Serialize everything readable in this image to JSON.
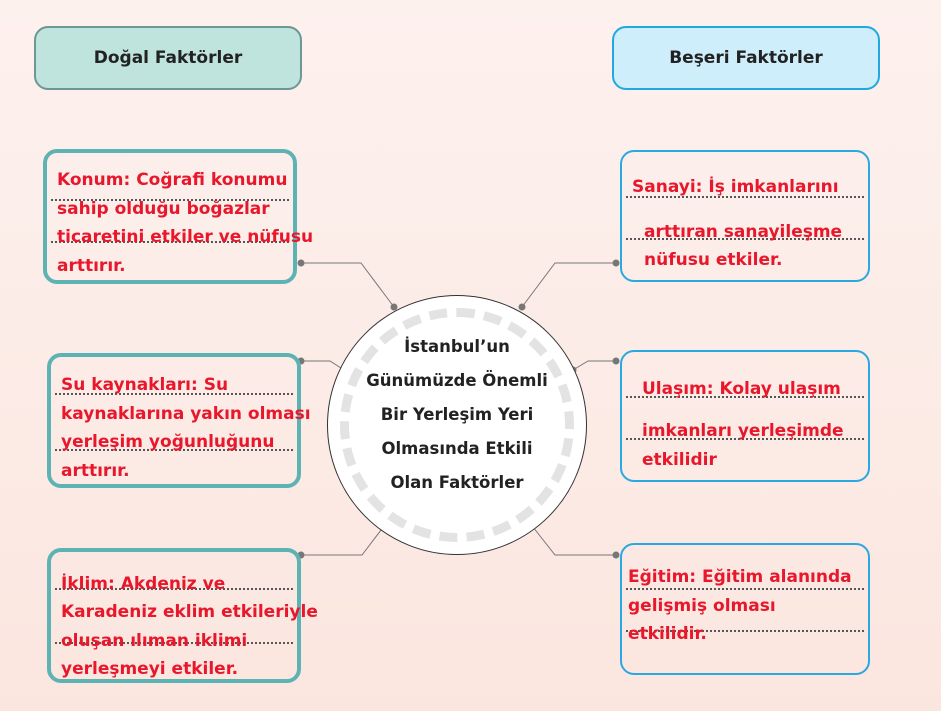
{
  "headers": {
    "left": "Doğal Faktörler",
    "right": "Beşeri Faktörler"
  },
  "center": {
    "lines": [
      "İstanbul’un",
      "Günümüzde Önemli",
      "Bir Yerleşim Yeri",
      "Olmasında Etkili",
      "Olan Faktörler"
    ]
  },
  "left_boxes": [
    {
      "lines": [
        "Konum: Coğrafi konumu",
        "sahip olduğu boğazlar",
        "ticaretini etkiler ve nüfusu",
        "arttırır."
      ]
    },
    {
      "lines": [
        "Su kaynakları: Su",
        "kaynaklarına yakın olması",
        "yerleşim yoğunluğunu",
        "arttırır."
      ]
    },
    {
      "lines": [
        "İklim: Akdeniz ve",
        "Karadeniz eklim etkileriyle",
        "oluşan ılıman iklimi",
        "yerleşmeyi etkiler."
      ]
    }
  ],
  "right_boxes": [
    {
      "lines": [
        "Sanayi:  İş imkanlarını",
        "arttıran sanayileşme",
        "nüfusu etkiler."
      ]
    },
    {
      "lines": [
        "Ulaşım: Kolay ulaşım",
        "imkanları yerleşimde",
        "etkilidir"
      ]
    },
    {
      "lines": [
        "Eğitim: Eğitim alanında",
        "gelişmiş olması",
        "etkilidir."
      ]
    }
  ],
  "colors": {
    "answer_text": "#e8172b",
    "left_border": "#5db3b3",
    "right_border": "#29a8e2"
  }
}
